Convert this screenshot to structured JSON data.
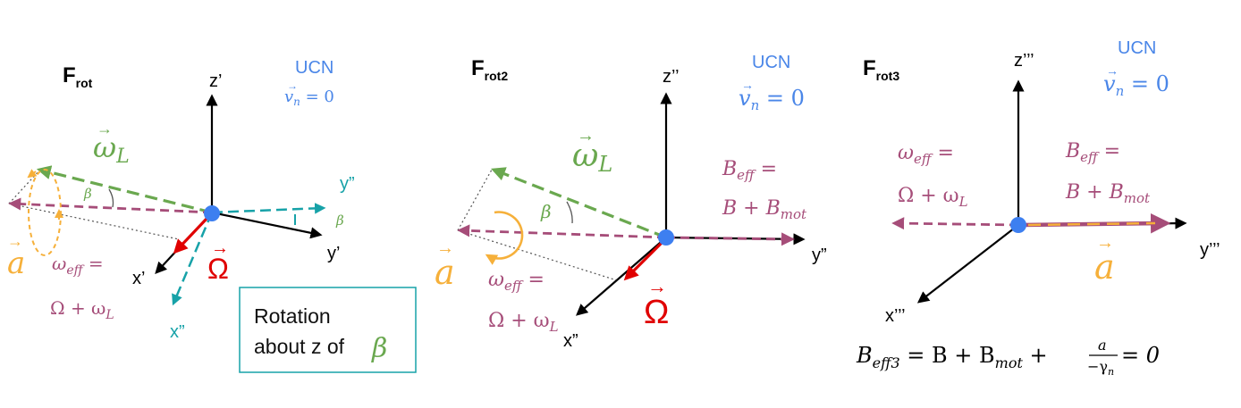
{
  "colors": {
    "black": "#000000",
    "blue": "#4a86e8",
    "green": "#6aa84f",
    "teal": "#17a2a8",
    "purple": "#a64d79",
    "red": "#e00000",
    "orange": "#f6b03a",
    "dot": "#3d7ff0"
  },
  "panel1": {
    "frame_main": "F",
    "frame_sub": "rot",
    "ucn": "UCN",
    "vn_vec": "v",
    "vn_sub": "n",
    "vn_rhs": " = 0",
    "z_axis": "z’",
    "y_axis": "y’",
    "x_axis": "x’",
    "y2_axis": "y”",
    "x2_axis": "x”",
    "omega_L": "ω",
    "omega_L_sub": "L",
    "beta": "β",
    "beta2": "β",
    "a": "a",
    "weff_line1": "ω",
    "weff_sub": "eff",
    "weff_eq": " =",
    "weff_line2_a": "Ω + ω",
    "weff_line2_sub": "L",
    "Omega": "Ω",
    "box_line1": "Rotation",
    "box_line2": "about z of",
    "box_beta": "β"
  },
  "panel2": {
    "frame_main": "F",
    "frame_sub": "rot2",
    "ucn": "UCN",
    "vn_vec": "v",
    "vn_sub": "n",
    "vn_rhs": " = 0",
    "z_axis": "z’’",
    "y_axis": "y”",
    "x_axis": "x”",
    "omega_L": "ω",
    "omega_L_sub": "L",
    "beta": "β",
    "a": "a",
    "beff_line1": "B",
    "beff_sub": "eff",
    "beff_eq": " =",
    "beff_line2_a": "B + B",
    "beff_line2_sub": "mot",
    "weff_line1": "ω",
    "weff_sub": "eff",
    "weff_eq": " =",
    "weff_line2_a": "Ω + ω",
    "weff_line2_sub": "L",
    "Omega": "Ω"
  },
  "panel3": {
    "frame_main": "F",
    "frame_sub": "rot3",
    "ucn": "UCN",
    "vn_vec": "v",
    "vn_sub": "n",
    "vn_rhs": " = 0",
    "z_axis": "z’’’",
    "y_axis": "y’’’",
    "x_axis": "x’’’",
    "weff_line1": "ω",
    "weff_sub": "eff",
    "weff_eq": " =",
    "weff_line2_a": "Ω + ω",
    "weff_line2_sub": "L",
    "beff_line1": "B",
    "beff_sub": "eff",
    "beff_eq": " =",
    "beff_line2_a": "B + B",
    "beff_line2_sub": "mot",
    "a": "a",
    "eq_B": "B",
    "eq_sub": "eff3",
    "eq_mid": " = B + B",
    "eq_mot": "mot",
    "eq_plus": " +",
    "eq_num": "a",
    "eq_den": "−γ",
    "eq_den_sub": "n",
    "eq_end": " = 0"
  }
}
